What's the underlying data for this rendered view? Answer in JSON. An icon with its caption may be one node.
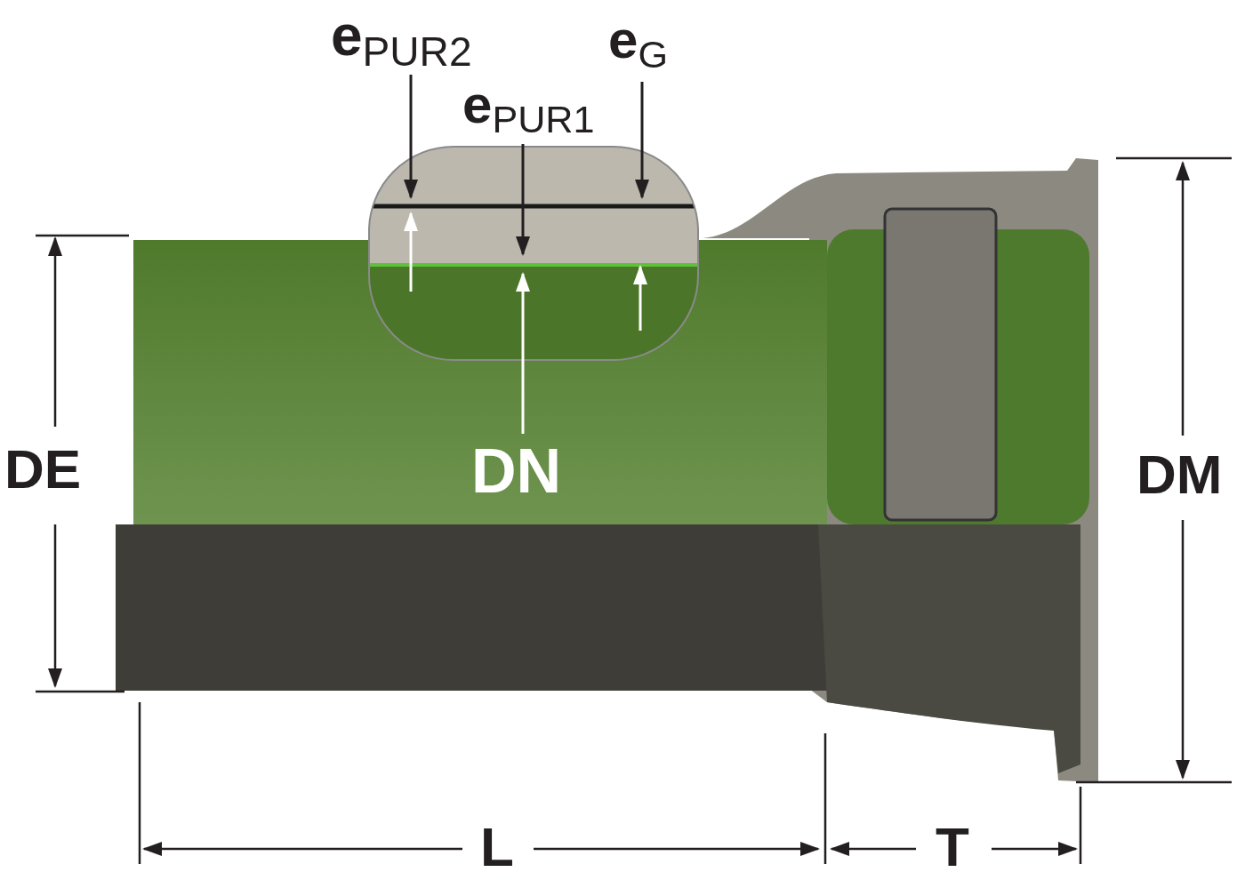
{
  "diagram": {
    "nodes": [
      {
        "text": [
          "e$_{PUR2}$"
        ]
      },
      {
        "text": [
          "e$_{G}$"
        ]
      },
      {
        "text": [
          "e$_{PUR1}$"
        ]
      },
      {
        "text": [
          "DN"
        ]
      }
    ],
    "edges": [
      {
        "from": 0,
        "to": null,
        "arrow": "to"
      },
      {
        "from": 1,
        "to": null,
        "arrow": "to"
      },
      {
        "from": 2,
        "to": null,
        "arrow": "to"
      },
      {
        "from": 3,
        "to": null,
        "arrow": "to",
        "color": "#ffffff"
      }
    ],
    "labels": [
      "DE",
      "DM",
      "L",
      "T"
    ]
  }
}
